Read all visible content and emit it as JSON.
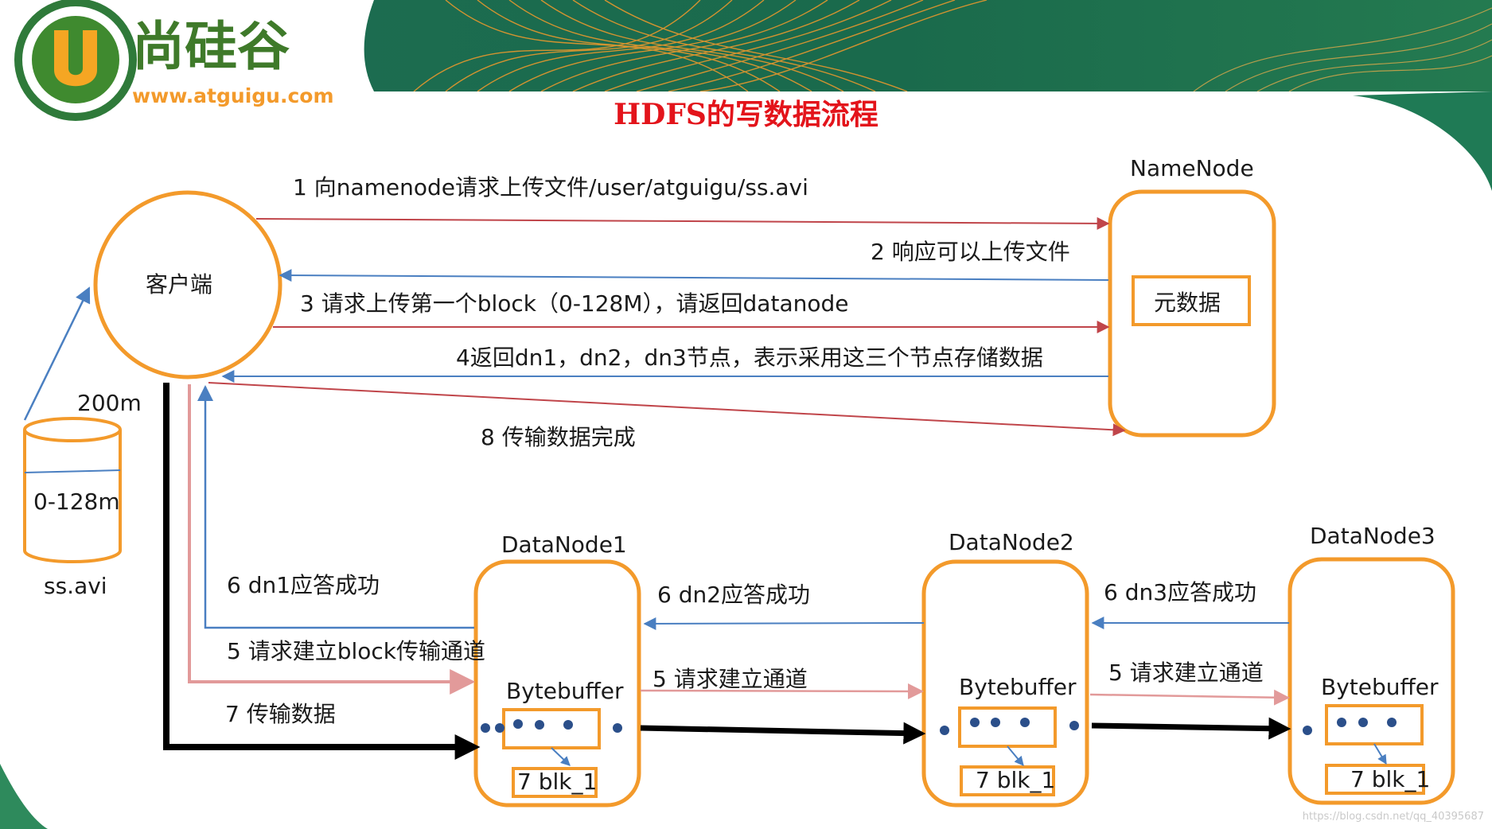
{
  "header": {
    "logo_chinese": "尚硅谷",
    "logo_url": "www.atguigu.com",
    "logo_letter": "U",
    "colors": {
      "green": "#1b6b4e",
      "orange": "#f39a2b",
      "red_title": "#e3141b"
    }
  },
  "title": "HDFS的写数据流程",
  "nodes": {
    "client": "客户端",
    "namenode": "NameNode",
    "metadata": "元数据",
    "file_size": "200m",
    "file_block": "0-128m",
    "file_name": "ss.avi",
    "datanodes": [
      {
        "name": "DataNode1",
        "buffer": "Bytebuffer",
        "block": "7 blk_1"
      },
      {
        "name": "DataNode2",
        "buffer": "Bytebuffer",
        "block": "7 blk_1"
      },
      {
        "name": "DataNode3",
        "buffer": "Bytebuffer",
        "block": "7 blk_1"
      }
    ]
  },
  "steps": {
    "s1": "1 向namenode请求上传文件/user/atguigu/ss.avi",
    "s2": "2 响应可以上传文件",
    "s3": "3 请求上传第一个block（0-128M），请返回datanode",
    "s4": "4返回dn1，dn2，dn3节点，表示采用这三个节点存储数据",
    "s8": "8 传输数据完成",
    "s6_dn1": "6 dn1应答成功",
    "s5_block": "5 请求建立block传输通道",
    "s7": "7 传输数据",
    "s6_dn2": "6 dn2应答成功",
    "s5_dn2": "5 请求建立通道",
    "s6_dn3": "6 dn3应答成功",
    "s5_dn3": "5 请求建立通道"
  },
  "watermark": "https://blog.csdn.net/qq_40395687"
}
